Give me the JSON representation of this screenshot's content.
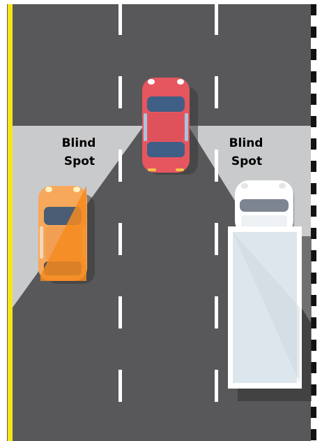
{
  "labels": {
    "left_blind_spot": [
      "Blind",
      "Spot"
    ],
    "right_blind_spot": [
      "Blind",
      "Spot"
    ]
  },
  "colors": {
    "asphalt": "#58585a",
    "blind_spot_zone": "#c9cacb",
    "lane_marking": "#ffffff",
    "left_edge_line": "#f6e51c",
    "curb_dark": "#121212",
    "curb_light": "#ffffff",
    "red_car": "#e5565f",
    "orange_car": "#f7a85b",
    "truck": "#ffffff",
    "windshield": "#3f5f86"
  },
  "vehicles": [
    {
      "name": "red-car",
      "role": "ego vehicle"
    },
    {
      "name": "orange-car",
      "role": "vehicle in left blind spot"
    },
    {
      "name": "white-truck",
      "role": "vehicle in right blind spot"
    }
  ]
}
